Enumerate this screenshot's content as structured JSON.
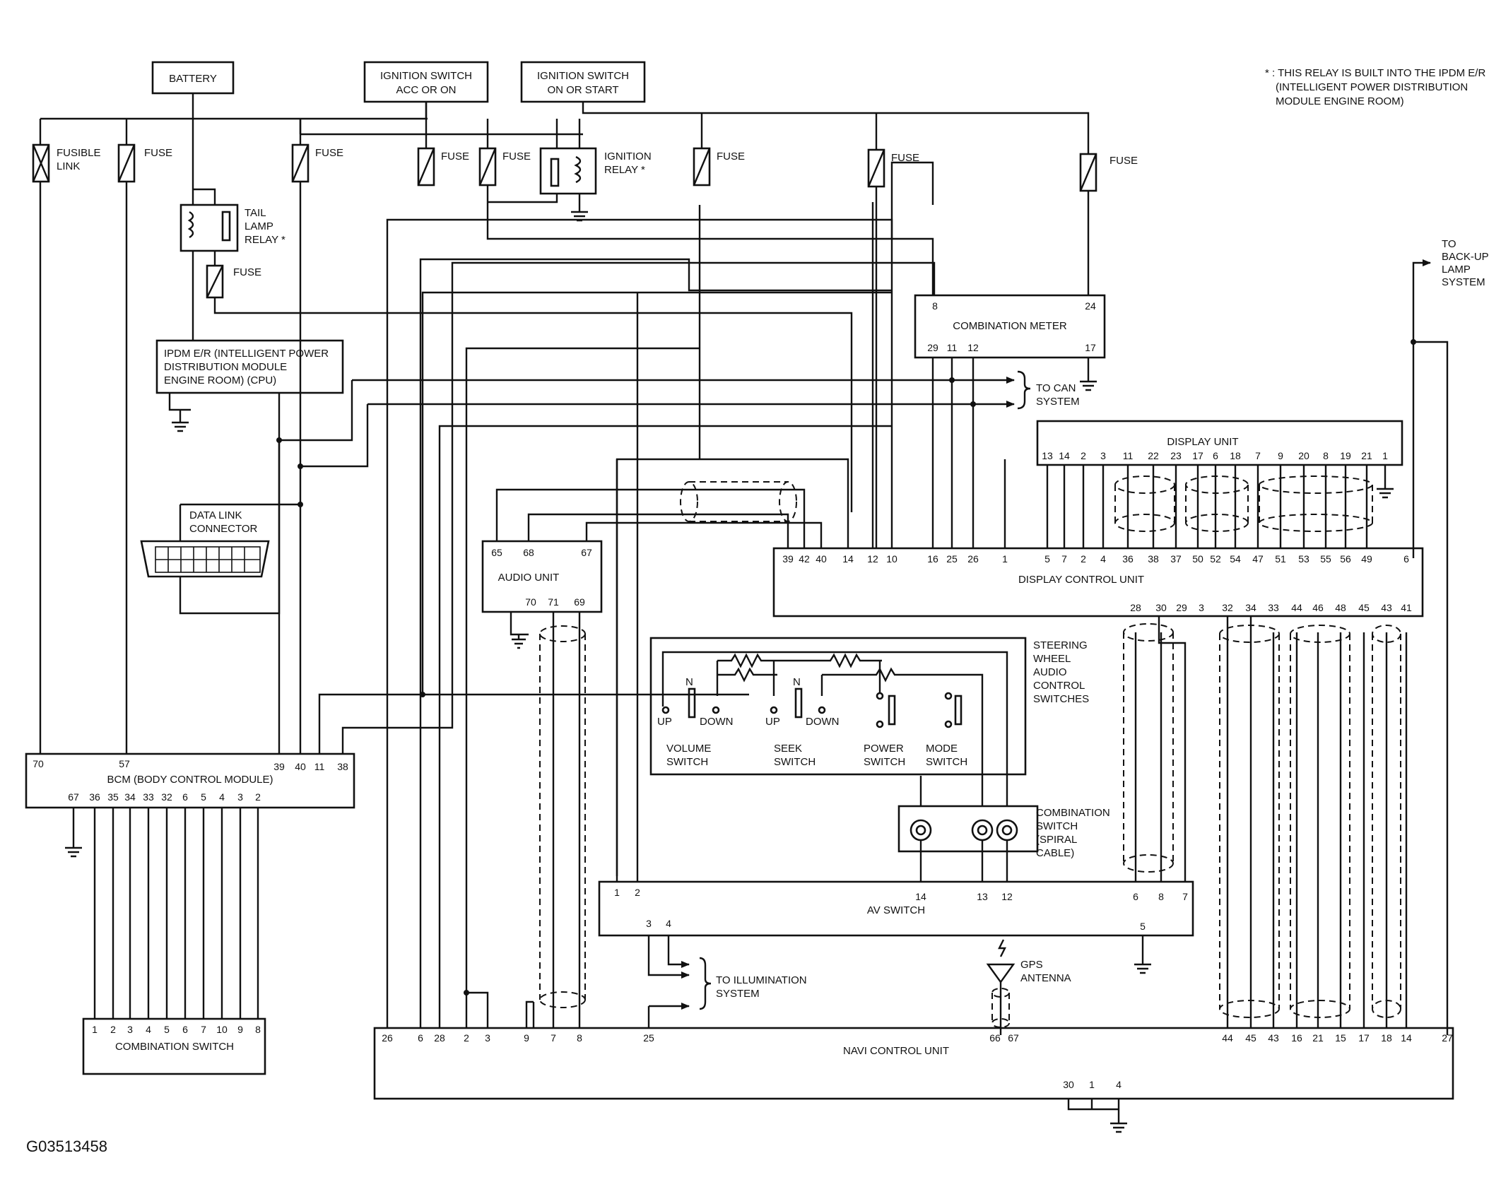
{
  "note": [
    "* : THIS RELAY IS BUILT INTO THE IPDM E/R",
    "(INTELLIGENT POWER DISTRIBUTION",
    "MODULE ENGINE ROOM)"
  ],
  "figure_id": "G03513458",
  "labels": {
    "battery": "BATTERY",
    "ign_acc": [
      "IGNITION SWITCH",
      "ACC OR ON"
    ],
    "ign_on": [
      "IGNITION SWITCH",
      "ON OR START"
    ],
    "fusible_link": [
      "FUSIBLE",
      "LINK"
    ],
    "fuse": "FUSE",
    "tail_lamp_relay": [
      "TAIL",
      "LAMP",
      "RELAY *"
    ],
    "ignition_relay": [
      "IGNITION",
      "RELAY *"
    ],
    "ipdm": [
      "IPDM E/R (INTELLIGENT POWER",
      "DISTRIBUTION MODULE",
      "ENGINE ROOM) (CPU)"
    ],
    "combination_meter": "COMBINATION METER",
    "to_can": [
      "TO CAN",
      "SYSTEM"
    ],
    "to_backup": [
      "TO",
      "BACK-UP",
      "LAMP",
      "SYSTEM"
    ],
    "display_unit": "DISPLAY UNIT",
    "data_link": [
      "DATA LINK",
      "CONNECTOR"
    ],
    "audio_unit": "AUDIO UNIT",
    "display_control_unit": "DISPLAY CONTROL UNIT",
    "steering_switches": [
      "STEERING",
      "WHEEL",
      "AUDIO",
      "CONTROL",
      "SWITCHES"
    ],
    "up": "UP",
    "down": "DOWN",
    "n": "N",
    "volume_switch": [
      "VOLUME",
      "SWITCH"
    ],
    "seek_switch": [
      "SEEK",
      "SWITCH"
    ],
    "power_switch": [
      "POWER",
      "SWITCH"
    ],
    "mode_switch": [
      "MODE",
      "SWITCH"
    ],
    "bcm": "BCM (BODY CONTROL MODULE)",
    "combination_switch_spiral": [
      "COMBINATION",
      "SWITCH",
      "(SPIRAL",
      "CABLE)"
    ],
    "av_switch": "AV SWITCH",
    "to_illumination": [
      "TO ILLUMINATION",
      "SYSTEM"
    ],
    "gps_antenna": [
      "GPS",
      "ANTENNA"
    ],
    "combination_switch": "COMBINATION SWITCH",
    "navi_control_unit": "NAVI CONTROL UNIT"
  },
  "pins": {
    "meter_top": [
      "8",
      "24"
    ],
    "meter_bottom": [
      "29",
      "11",
      "12",
      "17"
    ],
    "display_unit": [
      "13",
      "14",
      "2",
      "3",
      "11",
      "22",
      "23",
      "17",
      "6",
      "18",
      "7",
      "9",
      "20",
      "8",
      "19",
      "21",
      "1"
    ],
    "audio_top": [
      "65",
      "68",
      "67"
    ],
    "audio_bottom": [
      "70",
      "71",
      "69"
    ],
    "dcu_top": [
      "39",
      "42",
      "40",
      "14",
      "12",
      "10",
      "16",
      "25",
      "26",
      "1",
      "5",
      "7",
      "2",
      "4",
      "36",
      "38",
      "37",
      "50",
      "52",
      "54",
      "47",
      "51",
      "53",
      "55",
      "56",
      "49",
      "6"
    ],
    "dcu_bottom": [
      "28",
      "30",
      "29",
      "3",
      "32",
      "34",
      "33",
      "44",
      "46",
      "48",
      "45",
      "43",
      "41"
    ],
    "bcm_top": [
      "70",
      "57",
      "39",
      "40",
      "11",
      "38"
    ],
    "bcm_bottom": [
      "67",
      "36",
      "35",
      "34",
      "33",
      "32",
      "6",
      "5",
      "4",
      "3",
      "2"
    ],
    "av_top": [
      "1",
      "2",
      "14",
      "13",
      "12",
      "6",
      "8",
      "7"
    ],
    "av_bottom": [
      "3",
      "4",
      "5"
    ],
    "combo_switch": [
      "1",
      "2",
      "3",
      "4",
      "5",
      "6",
      "7",
      "10",
      "9",
      "8"
    ],
    "navi_left": [
      "26",
      "6",
      "28",
      "2",
      "3",
      "9",
      "7",
      "8",
      "25"
    ],
    "navi_mid": [
      "66",
      "67"
    ],
    "navi_right": [
      "44",
      "45",
      "43",
      "16",
      "21",
      "15",
      "17",
      "18",
      "14",
      "27"
    ],
    "navi_bottom": [
      "30",
      "1",
      "4"
    ]
  }
}
